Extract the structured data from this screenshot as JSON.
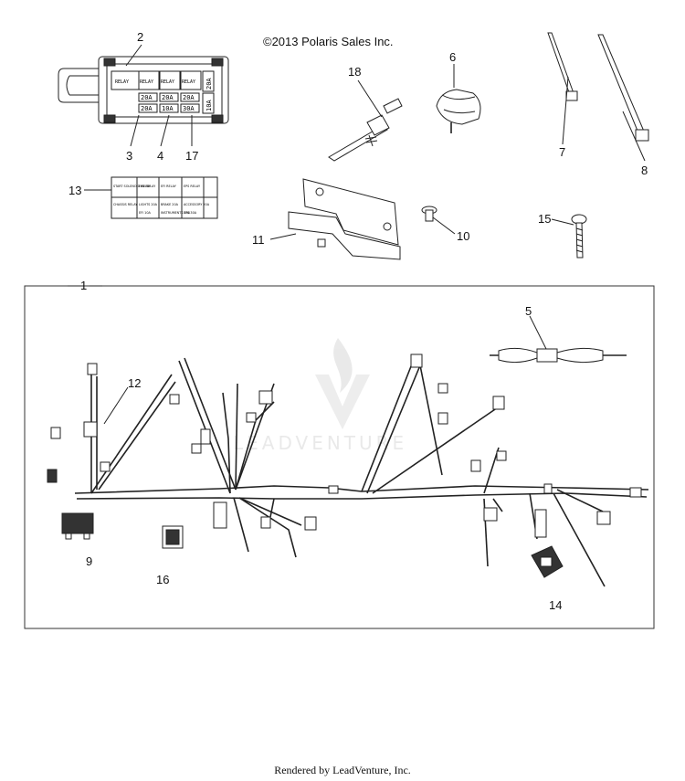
{
  "copyright": "©2013 Polaris Sales Inc.",
  "footer": "Rendered by LeadVenture, Inc.",
  "watermark": "LEADVENTURE",
  "callouts": {
    "c1": "1",
    "c2": "2",
    "c3": "3",
    "c4": "4",
    "c5": "5",
    "c6": "6",
    "c7": "7",
    "c8": "8",
    "c9": "9",
    "c10": "10",
    "c11": "11",
    "c12": "12",
    "c13": "13",
    "c14": "14",
    "c15": "15",
    "c16": "16",
    "c17": "17",
    "c18": "18"
  },
  "fuse_box": {
    "relay": "RELAY",
    "fuses": [
      "20A",
      "20A",
      "20A",
      "20A",
      "10A",
      "30A"
    ],
    "side_fuses": [
      "20A",
      "10A"
    ]
  },
  "fuse_label": {
    "rows": [
      [
        "START SOLENOID RELAY",
        "FAN RELAY",
        "EFI RELAY",
        "EPS RELAY"
      ],
      [
        "CHASSIS RELAY",
        "LIGHTS 20A",
        "BRAKE 20A",
        "ACCESSORY 20A"
      ],
      [
        "",
        "EFI 10A",
        "INSTRUMENTS 10A",
        "EPS 30A"
      ]
    ]
  },
  "colors": {
    "line": "#222222",
    "frame": "#333333",
    "watermark": "#d8d8d8"
  }
}
